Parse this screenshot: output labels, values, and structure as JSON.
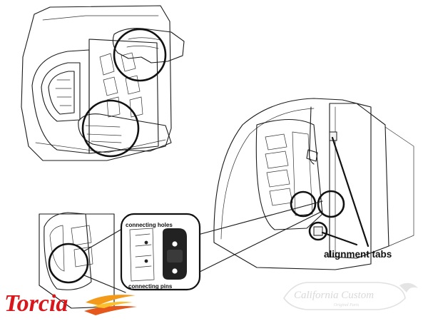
{
  "labels": {
    "connecting_holes": "connecting holes",
    "connecting_pins": "connecting pins",
    "alignment_tabs": "alignment tabs"
  },
  "brand": {
    "logo_text": "Torcia",
    "logo_color": "#d8161b",
    "flame_color": "#f39a1b"
  },
  "watermark": {
    "main_text": "California Custom",
    "sub_text": "Original Parts"
  }
}
